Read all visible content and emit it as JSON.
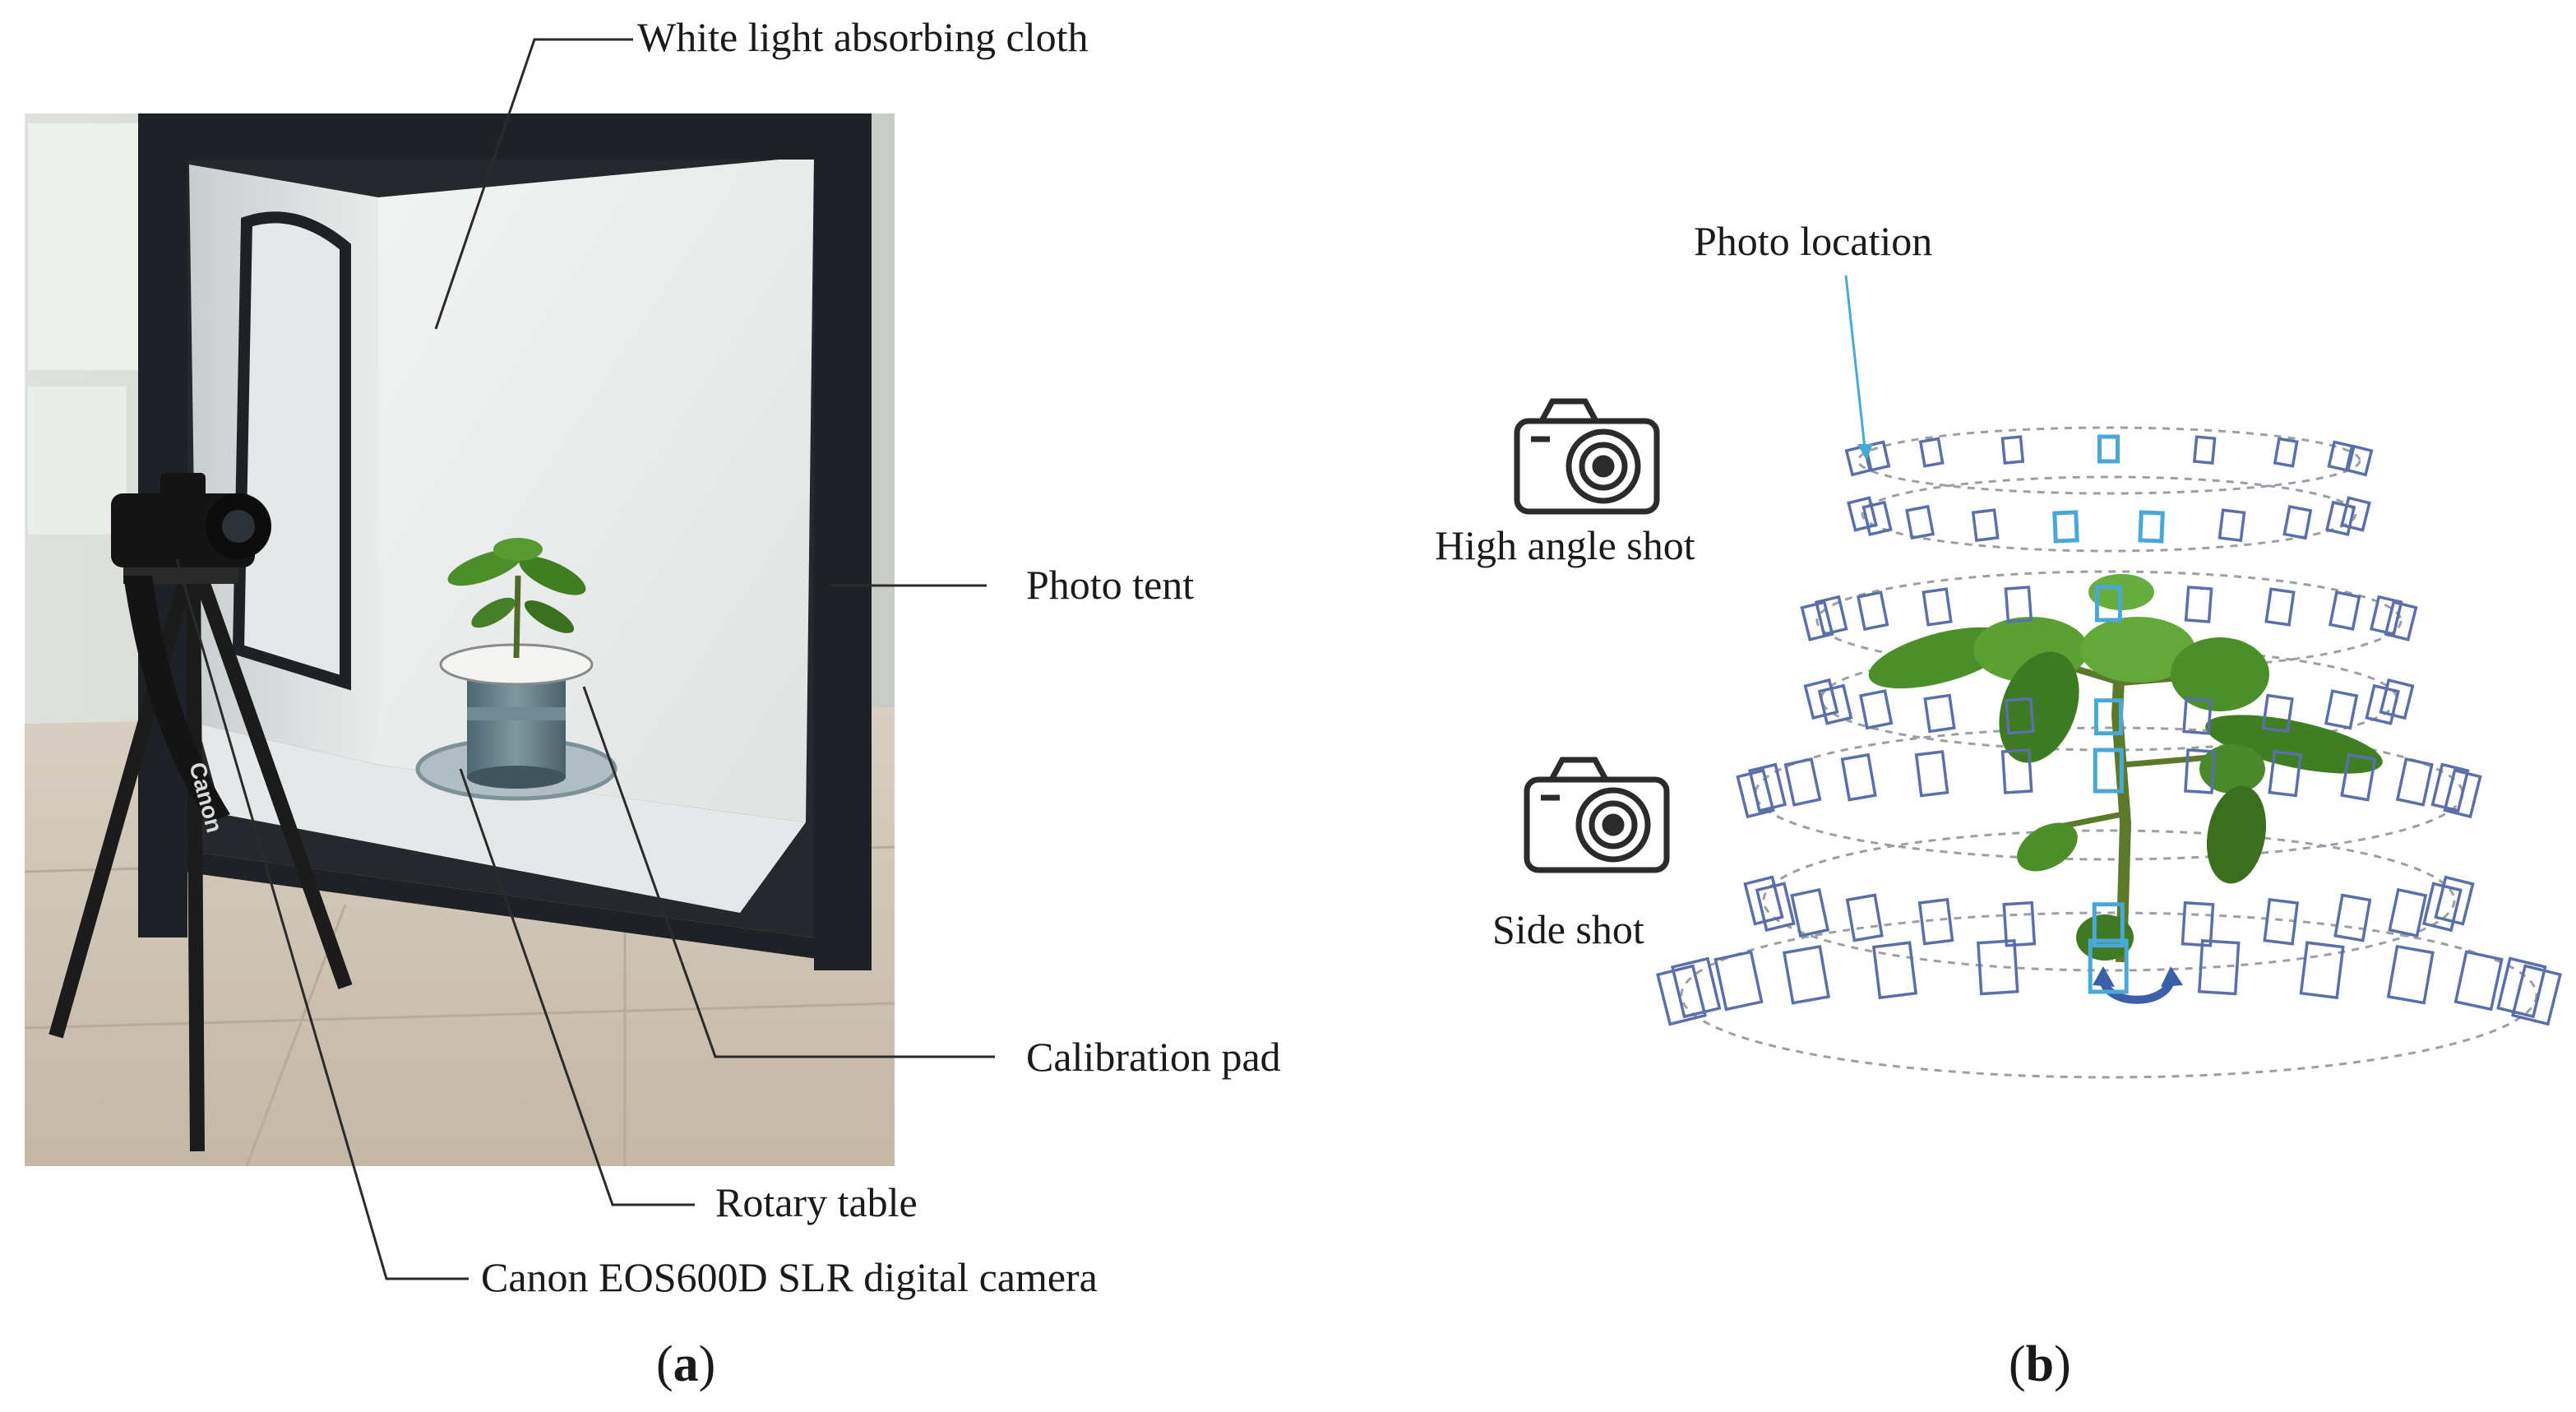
{
  "panel_a": {
    "labels": {
      "cloth": "White light absorbing cloth",
      "tent": "Photo tent",
      "calibration": "Calibration pad",
      "rotary": "Rotary table",
      "camera": "Canon EOS600D SLR digital camera",
      "tripod_brand": "Canon"
    },
    "caption_letter": "a"
  },
  "panel_b": {
    "labels": {
      "photo_location": "Photo location",
      "high_angle": "High angle shot",
      "side": "Side shot"
    },
    "caption_letter": "b"
  },
  "colors": {
    "leader_line": "#2b2b2b",
    "photo_marker": "#5b6fa8",
    "photo_marker_highlight": "#4aa8d8",
    "orbit_dash": "#9aa0a6",
    "tent_frame": "#1e2226",
    "plant_leaf": "#4c8f2a"
  },
  "icons": [
    "camera-icon-high-angle",
    "camera-icon-side",
    "rotation-arrow-icon"
  ]
}
